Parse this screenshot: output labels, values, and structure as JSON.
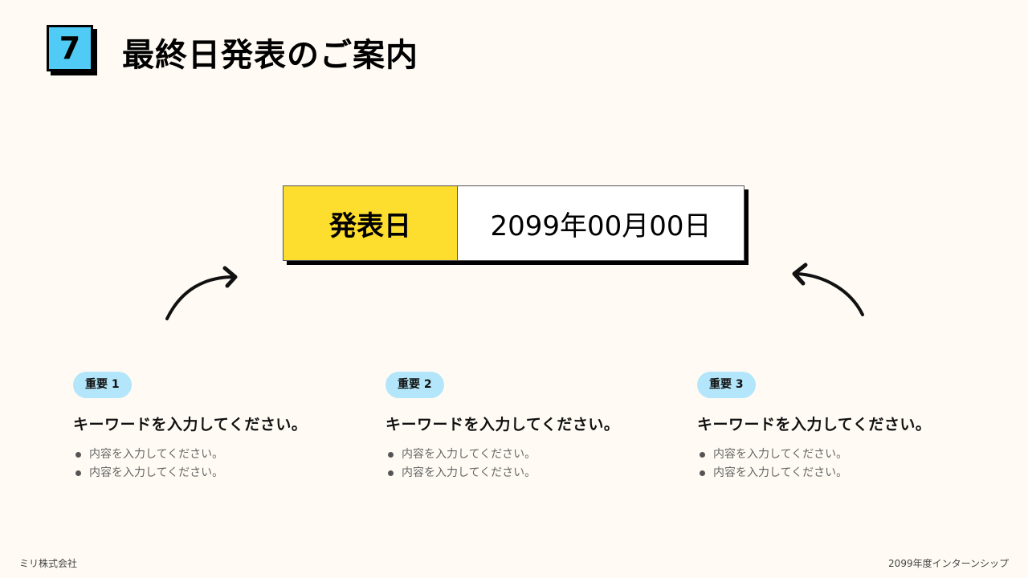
{
  "header": {
    "number": "7",
    "title": "最終日発表のご案内"
  },
  "announcement": {
    "label": "発表日",
    "date": "2099年00月00日"
  },
  "cards": [
    {
      "tag": "重要 1",
      "heading": "キーワードを入力してください。",
      "bullets": [
        "内容を入力してください。",
        "内容を入力してください。"
      ]
    },
    {
      "tag": "重要 2",
      "heading": "キーワードを入力してください。",
      "bullets": [
        "内容を入力してください。",
        "内容を入力してください。"
      ]
    },
    {
      "tag": "重要 3",
      "heading": "キーワードを入力してください。",
      "bullets": [
        "内容を入力してください。",
        "内容を入力してください。"
      ]
    }
  ],
  "footer": {
    "company": "ミリ株式会社",
    "program": "2099年度インターンシップ"
  },
  "colors": {
    "background": "#fffbf4",
    "badge_blue": "#4fcbf5",
    "label_yellow": "#fddd2e",
    "tag_blue": "#b3e6fa"
  }
}
